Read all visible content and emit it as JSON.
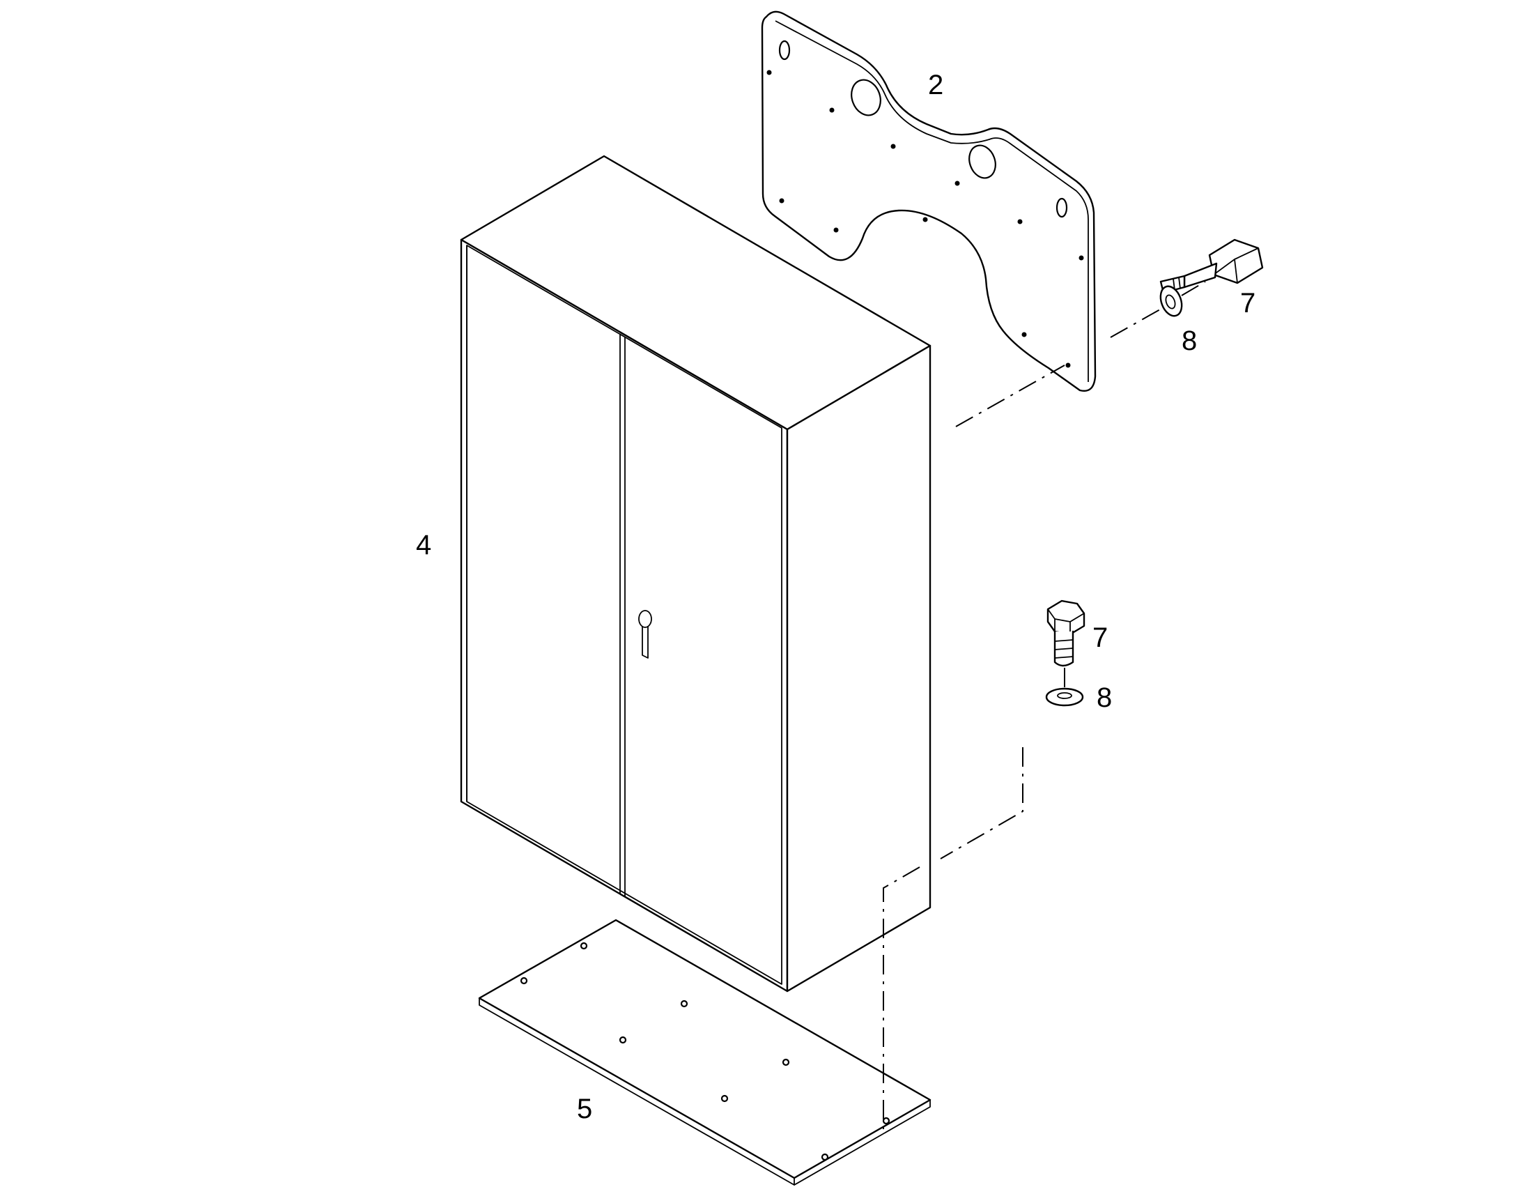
{
  "diagram": {
    "type": "exploded-parts-drawing",
    "line_color": "#000000",
    "background_color": "#ffffff",
    "callouts": {
      "mounting_plate": "2",
      "cabinet": "4",
      "base_plate": "5",
      "bolt_upper": "7",
      "washer_upper": "8",
      "bolt_lower": "7",
      "washer_lower": "8"
    }
  }
}
